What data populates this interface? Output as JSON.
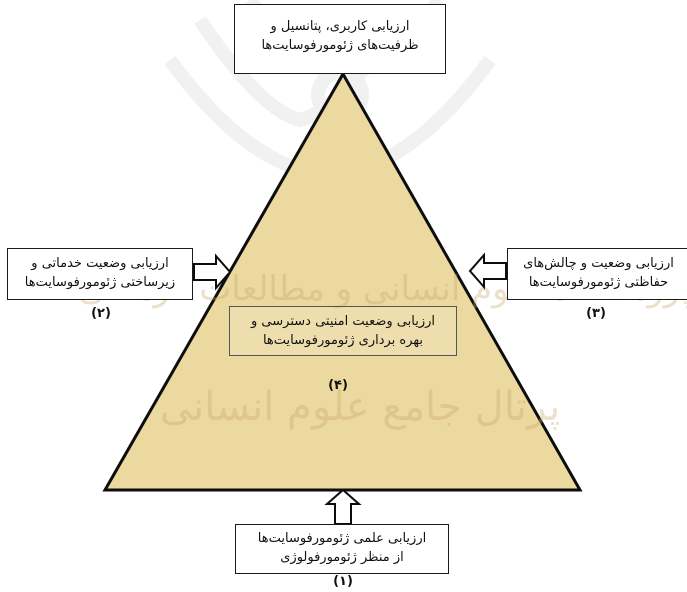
{
  "colors": {
    "triangle_fill": "#ecd99f",
    "stroke": "#0d0d0d",
    "watermark": "#d8d8d8",
    "watermark_text": "#c9a86a"
  },
  "watermark": {
    "line1": "پژوهشگاه علوم انسانی و مطالعات فرهنگی",
    "line2": "پرتال جامع علوم انسانی"
  },
  "boxes": {
    "top": {
      "line1": "ارزیابی کاربری، پتانسیل و",
      "line2": "ظرفیت‌های ژئومورفوسایت‌ها"
    },
    "left": {
      "line1": "ارزیابی وضعیت خدماتی و",
      "line2": "زیرساختی ژئومورفوسایت‌ها",
      "number": "(۲)"
    },
    "right": {
      "line1": "ارزیابی وضعیت و چالش‌های",
      "line2": "حفاظتی ژئومورفوسایت‌ها",
      "number": "(۳)"
    },
    "center": {
      "line1": "ارزیابی وضعیت امنیتی دسترسی و",
      "line2": "بهره برداری ژئومورفوسایت‌ها",
      "number": "(۴)"
    },
    "bottom": {
      "line1": "ارزیابی علمی ژئومورفوسایت‌ها",
      "line2": "از منظر ژئومورفولوژی",
      "number": "(۱)"
    }
  }
}
